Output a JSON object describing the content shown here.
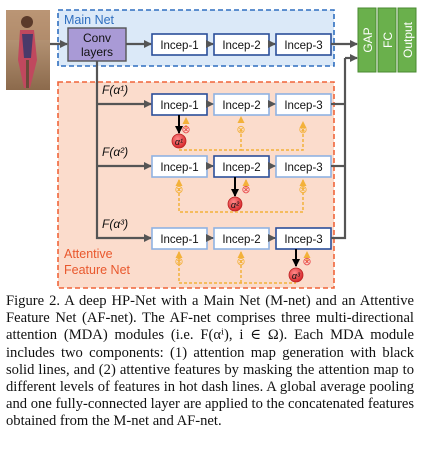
{
  "diagram": {
    "main_net_label": "Main Net",
    "conv_label_1": "Conv",
    "conv_label_2": "layers",
    "incep_labels": [
      "Incep-1",
      "Incep-2",
      "Incep-3"
    ],
    "attentive_label_1": "Attentive",
    "attentive_label_2": "Feature Net",
    "mda_labels": [
      "F(α¹)",
      "F(α²)",
      "F(α³)"
    ],
    "alpha_labels": [
      "α¹",
      "α²",
      "α³"
    ],
    "masking_symbol": "⊗",
    "head_labels": [
      "GAP",
      "FC",
      "Output"
    ],
    "colors": {
      "main_net_border": "#2f6fc0",
      "main_net_fill": "#dbe9f8",
      "attentive_fill": "#fbdccc",
      "attentive_border": "#f0653a",
      "conv_fill": "#a99ad6",
      "incep_border_dark": "#2b4f9a",
      "incep_border_light": "#8fb2e2",
      "attention_dot": "#e8474a",
      "dash_line": "#f3b13a",
      "head_fill": "#6ab04c",
      "attentive_text": "#e9582d"
    }
  },
  "caption": {
    "text": "Figure 2. A deep HP-Net with a Main Net (M-net) and an Attentive Feature Net (AF-net). The AF-net comprises three multi-directional attention (MDA) modules (i.e. F(αⁱ), i ∈ Ω). Each MDA module includes two components: (1) attention map generation with black solid lines, and (2) attentive features by masking the attention map to different levels of features in hot dash lines. A global average pooling and one fully-connected layer are applied to the concatenated features obtained from the M-net and AF-net."
  }
}
